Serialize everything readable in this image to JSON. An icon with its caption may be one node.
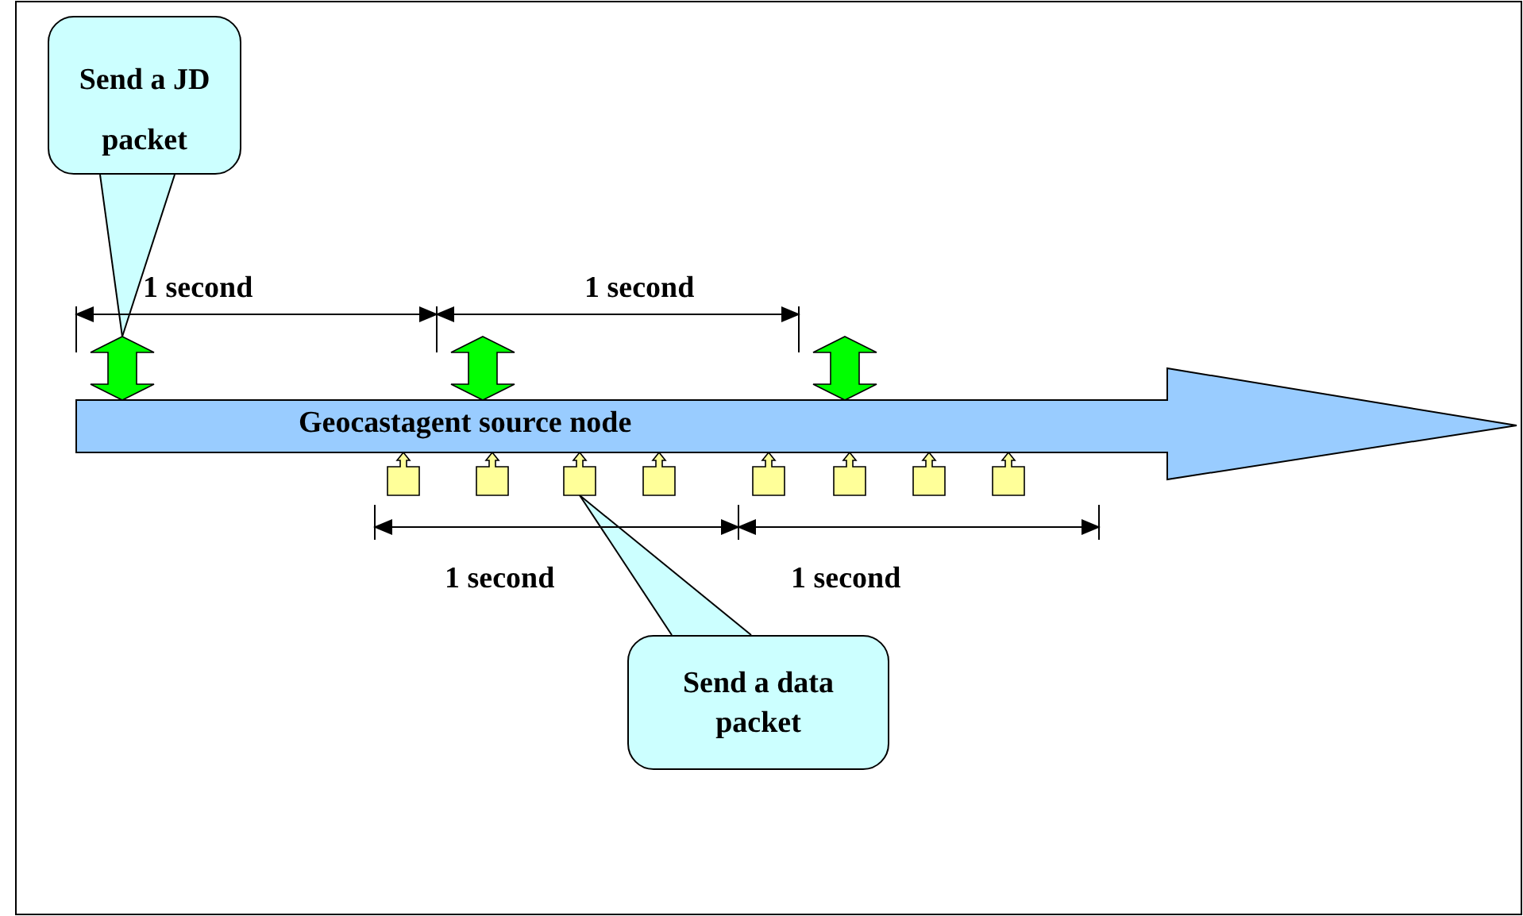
{
  "diagram": {
    "nodes": [
      {
        "text": [
          "Send a JD packet"
        ]
      },
      {
        "text": [
          "Geocastagent source node"
        ]
      },
      {
        "text": [],
        "shape": "arrow"
      },
      {
        "text": [],
        "shape": "arrow"
      },
      {
        "text": [],
        "shape": "arrow"
      },
      {
        "text": [],
        "shape": "arrow"
      },
      {
        "text": [],
        "shape": "arrow"
      },
      {
        "text": [],
        "shape": "arrow"
      },
      {
        "text": [],
        "shape": "arrow"
      },
      {
        "text": [],
        "shape": "arrow"
      },
      {
        "text": [],
        "shape": "arrow"
      },
      {
        "text": [],
        "shape": "arrow"
      },
      {
        "text": [],
        "shape": "arrow"
      },
      {
        "text": [
          "Send a data packet"
        ]
      }
    ],
    "edges": [
      {
        "from": 0,
        "to": 2,
        "arrow": "none"
      },
      {
        "from": 13,
        "to": 7,
        "arrow": "none"
      }
    ],
    "labels": [
      "1 second",
      "1 second",
      "1 second",
      "1 second"
    ]
  }
}
